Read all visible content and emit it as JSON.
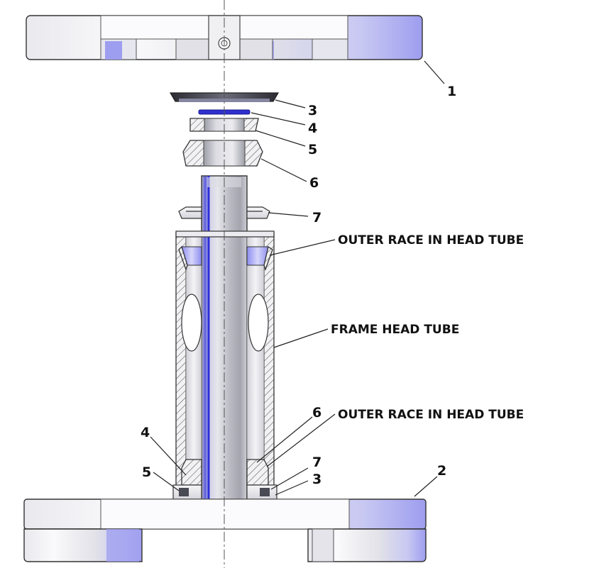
{
  "labels": {
    "callout_1": "1",
    "callout_2": "2",
    "callout_3_top": "3",
    "callout_4_top": "4",
    "callout_5_top": "5",
    "callout_6_top": "6",
    "callout_7_top": "7",
    "outer_race_top": "OUTER RACE IN HEAD TUBE",
    "frame_head_tube": "FRAME HEAD TUBE",
    "callout_6_bottom": "6",
    "outer_race_bottom": "OUTER RACE IN HEAD TUBE",
    "callout_4_bottom": "4",
    "callout_5_bottom": "5",
    "callout_7_bottom": "7",
    "callout_3_bottom": "3"
  },
  "colors": {
    "metal_light": "#f4f4f6",
    "metal_mid": "#d8d8de",
    "metal_dark": "#a9a9b2",
    "accent_blue": "#3434d6",
    "blue_shade": "#b8b8f2",
    "seal_dark": "#4a4a55"
  }
}
